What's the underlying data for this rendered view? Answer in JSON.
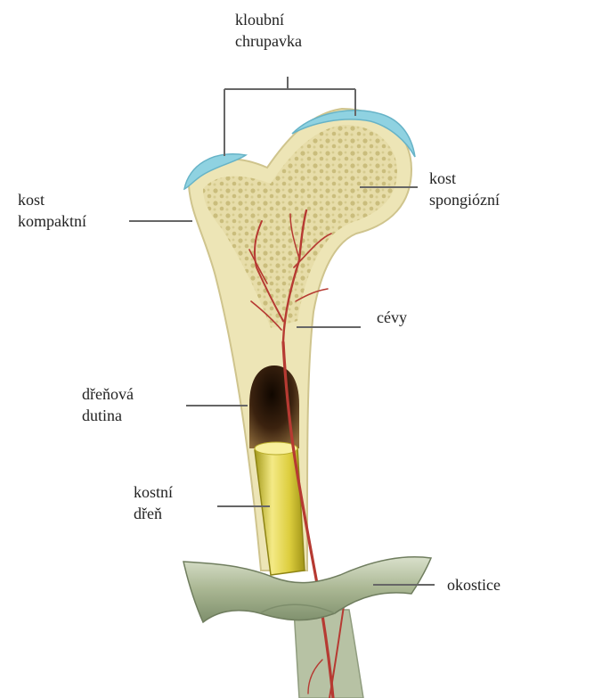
{
  "labels": {
    "cartilage": [
      "kloubní",
      "chrupavka"
    ],
    "spongy_bone": [
      "kost",
      "spongiózní"
    ],
    "compact_bone": [
      "kost",
      "kompaktní"
    ],
    "vessels": [
      "cévy"
    ],
    "medullary_cavity": [
      "dřeňová",
      "dutina"
    ],
    "bone_marrow": [
      "kostní",
      "dřeň"
    ],
    "periosteum": [
      "okostice"
    ]
  },
  "colors": {
    "bone": "#ede5b6",
    "bone_edge": "#cfc48d",
    "cartilage": "#8fd2e1",
    "vessel": "#b63a32",
    "marrow": "#ded04a",
    "cavity": "#4a2a14",
    "periosteum": "#b8c4a6",
    "line": "#666666"
  }
}
